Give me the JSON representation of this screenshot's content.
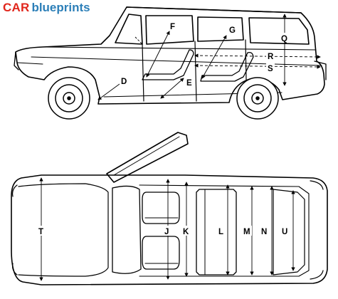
{
  "logo": {
    "car": "CAR",
    "blueprints": "blueprints"
  },
  "labels": {
    "F": "F",
    "G": "G",
    "Q": "Q",
    "R": "R",
    "S": "S",
    "D": "D",
    "E": "E",
    "T": "T",
    "J": "J",
    "K": "K",
    "L": "L",
    "M": "M",
    "N": "N",
    "U": "U"
  }
}
